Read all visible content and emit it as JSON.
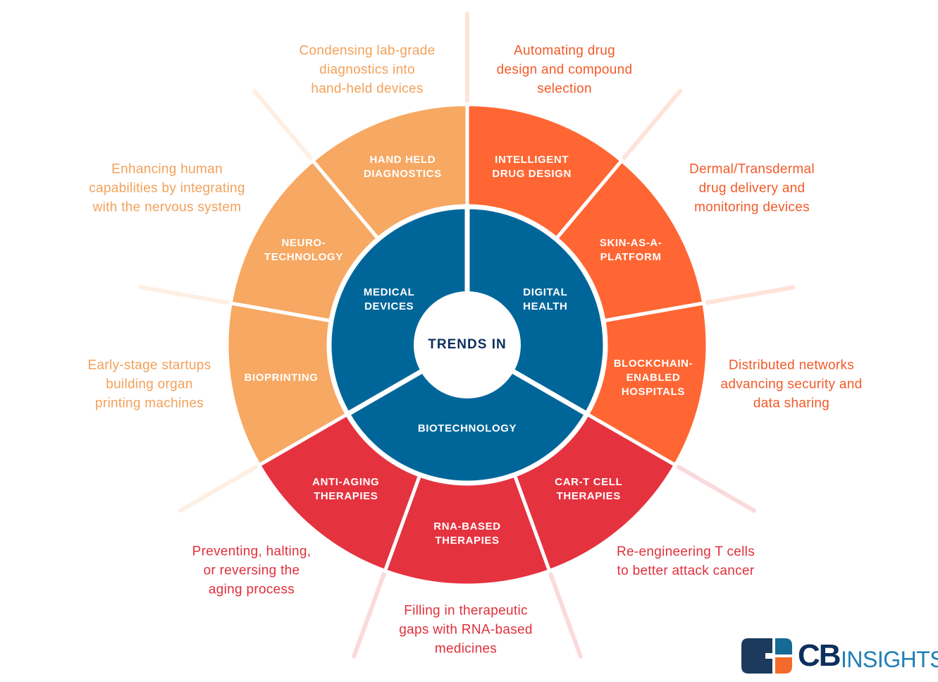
{
  "center_label": "TRENDS IN",
  "colors": {
    "blue": "#006699",
    "light_orange": "#F7A862",
    "orange": "#FF6633",
    "red": "#E5323F",
    "navy": "#0D2F5E"
  },
  "categories": [
    {
      "label": "DIGITAL\nHEALTH",
      "color": "blue"
    },
    {
      "label": "BIOTECHNOLOGY",
      "color": "blue"
    },
    {
      "label": "MEDICAL\nDEVICES",
      "color": "blue"
    }
  ],
  "segments": [
    {
      "label": "INTELLIGENT\nDRUG DESIGN",
      "category": "DIGITAL HEALTH",
      "color": "orange",
      "description": "Automating drug\ndesign and compound\nselection"
    },
    {
      "label": "SKIN-AS-A-\nPLATFORM",
      "category": "DIGITAL HEALTH",
      "color": "orange",
      "description": "Dermal/Transdermal\ndrug delivery and\nmonitoring devices"
    },
    {
      "label": "BLOCKCHAIN-\nENABLED\nHOSPITALS",
      "category": "DIGITAL HEALTH",
      "color": "orange",
      "description": "Distributed networks\nadvancing security and\ndata sharing"
    },
    {
      "label": "CAR-T CELL\nTHERAPIES",
      "category": "BIOTECHNOLOGY",
      "color": "red",
      "description": "Re-engineering T cells\nto better attack cancer"
    },
    {
      "label": "RNA-BASED\nTHERAPIES",
      "category": "BIOTECHNOLOGY",
      "color": "red",
      "description": "Filling in therapeutic\ngaps with RNA-based\nmedicines"
    },
    {
      "label": "ANTI-AGING\nTHERAPIES",
      "category": "BIOTECHNOLOGY",
      "color": "red",
      "description": "Preventing, halting,\nor reversing the\naging process"
    },
    {
      "label": "BIOPRINTING",
      "category": "MEDICAL DEVICES",
      "color": "light_orange",
      "description": "Early-stage startups\nbuilding organ\nprinting machines"
    },
    {
      "label": "NEURO-\nTECHNOLOGY",
      "category": "MEDICAL DEVICES",
      "color": "light_orange",
      "description": "Enhancing human\ncapabilities by integrating\nwith the nervous system"
    },
    {
      "label": "HAND HELD\nDIAGNOSTICS",
      "category": "MEDICAL DEVICES",
      "color": "light_orange",
      "description": "Condensing lab-grade\ndiagnostics into\nhand-held devices"
    }
  ],
  "logo": {
    "brand_bold": "CB",
    "brand_light": "INSIGHTS"
  }
}
